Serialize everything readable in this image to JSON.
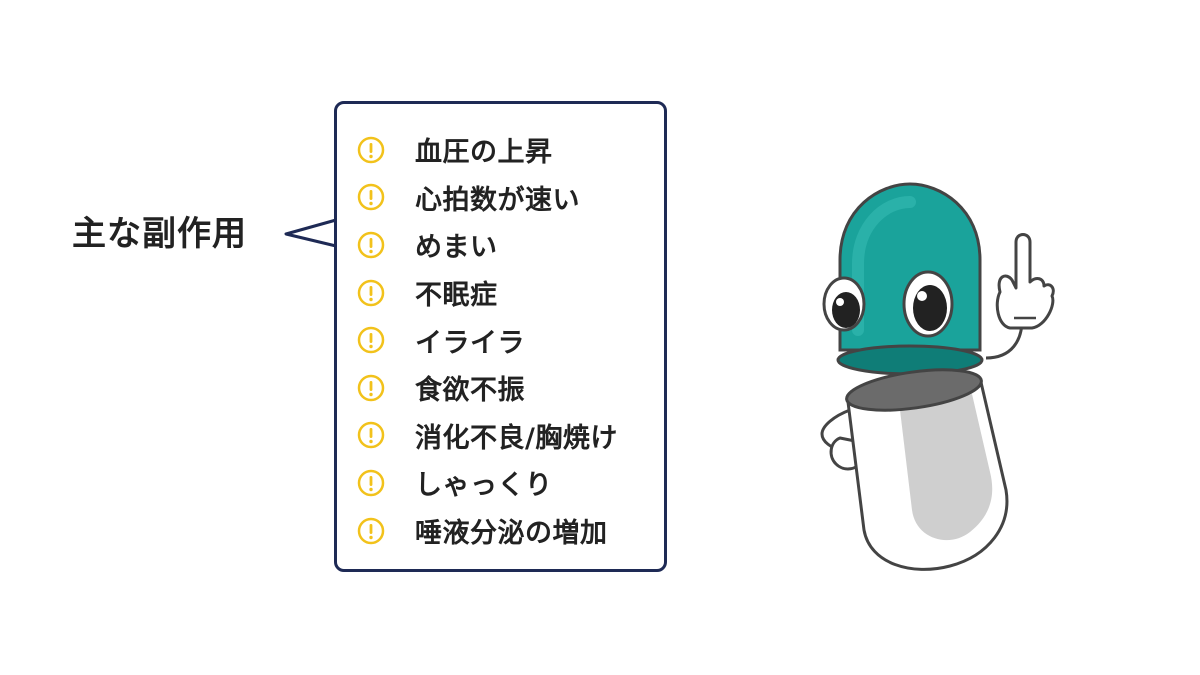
{
  "heading": "主な副作用",
  "side_effects": [
    "血圧の上昇",
    "心拍数が速い",
    "めまい",
    "不眠症",
    "イライラ",
    "食欲不振",
    "消化不良/胸焼け",
    "しゃっくり",
    "唾液分泌の増加"
  ],
  "icons": {
    "item_icon": "warning-circle-icon",
    "mascot": "capsule-mascot-pointing"
  },
  "colors": {
    "accent_yellow": "#f2c21b",
    "border_navy": "#1e2a55",
    "capsule_teal": "#1aa39b",
    "capsule_gray": "#cfcfcf"
  }
}
